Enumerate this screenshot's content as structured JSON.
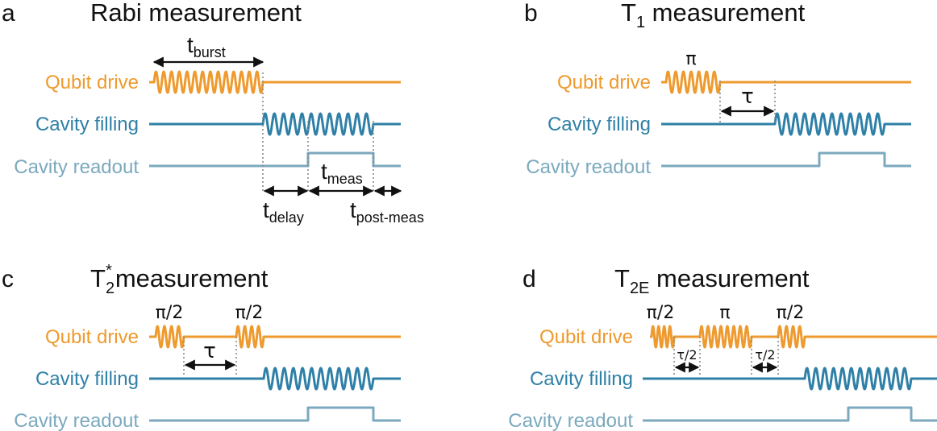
{
  "colors": {
    "qubit": "#EE9A2E",
    "cavity": "#2F80A7",
    "readout": "#7BA9BE",
    "text": "#111111"
  },
  "row_labels": {
    "qubit": "Qubit drive",
    "cavity": "Cavity filling",
    "readout": "Cavity readout"
  },
  "panels": {
    "a": {
      "letter": "a",
      "title": "Rabi measurement",
      "t_burst": {
        "main": "t",
        "sub": "burst"
      },
      "t_delay": {
        "main": "t",
        "sub": "delay"
      },
      "t_meas": {
        "main": "t",
        "sub": "meas"
      },
      "t_post": {
        "main": "t",
        "sub": "post-meas"
      }
    },
    "b": {
      "letter": "b",
      "title_main": "T",
      "title_sub": "1",
      "title_rest": " measurement",
      "pulse": "π",
      "tau": "τ"
    },
    "c": {
      "letter": "c",
      "title_main": "T",
      "title_sub": "2",
      "title_sup": "*",
      "title_rest": "measurement",
      "pulse1": "π/2",
      "pulse2": "π/2",
      "tau": "τ"
    },
    "d": {
      "letter": "d",
      "title_main": "T",
      "title_sub": "2E",
      "title_rest": " measurement",
      "pulse1": "π/2",
      "pulse2": "π",
      "pulse3": "π/2",
      "tau_half_1": "τ/2",
      "tau_half_2": "τ/2"
    }
  }
}
